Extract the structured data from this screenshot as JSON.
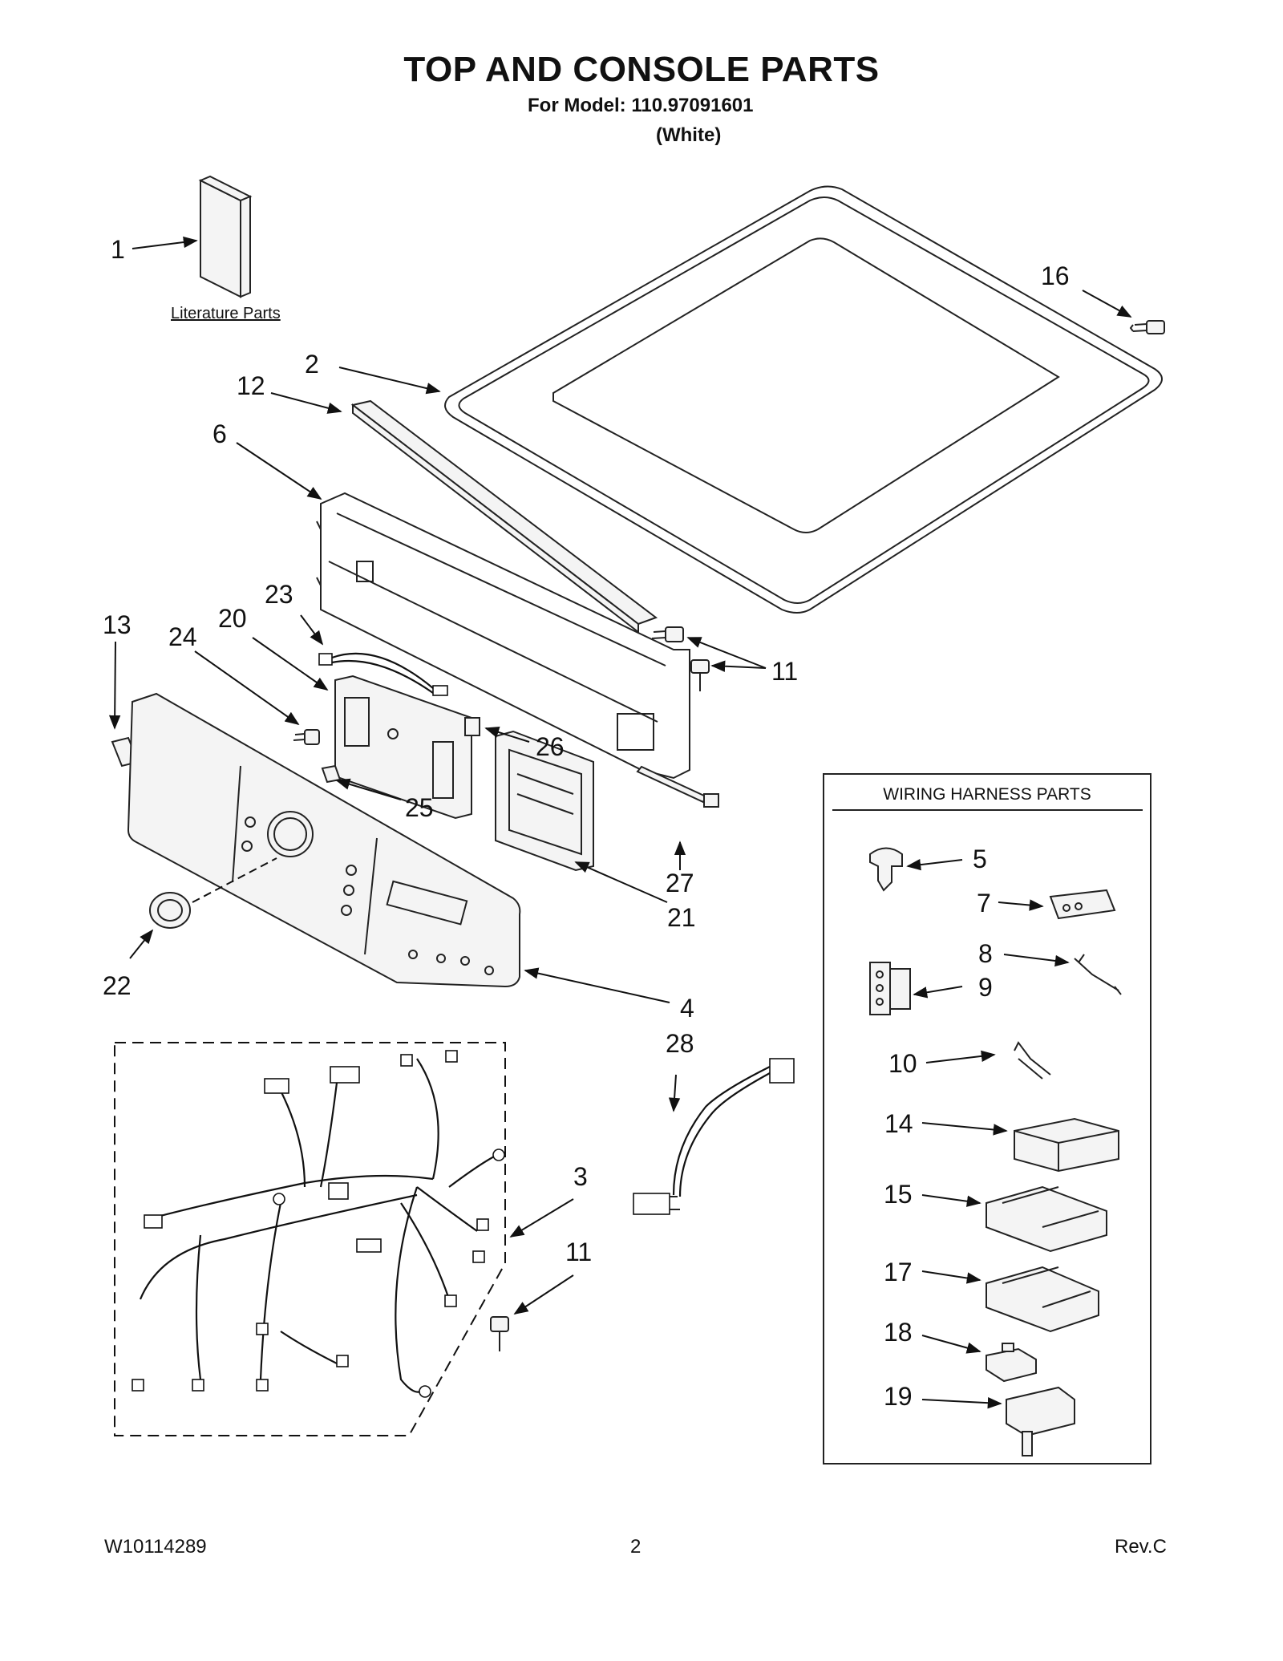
{
  "header": {
    "title": "TOP AND CONSOLE PARTS",
    "model_line": "For Model: 110.97091601",
    "color_note": "(White)"
  },
  "footer": {
    "doc_number": "W10114289",
    "page_number": "2",
    "revision": "Rev.C"
  },
  "literature_label": "Literature Parts",
  "wiring_box_title": "WIRING HARNESS PARTS",
  "callouts": {
    "c1": "1",
    "c2": "2",
    "c3": "3",
    "c4": "4",
    "c5": "5",
    "c6": "6",
    "c7": "7",
    "c8": "8",
    "c9": "9",
    "c10": "10",
    "c11a": "11",
    "c11b": "11",
    "c12": "12",
    "c13": "13",
    "c14": "14",
    "c15": "15",
    "c16": "16",
    "c17": "17",
    "c18": "18",
    "c19": "19",
    "c20": "20",
    "c21": "21",
    "c22": "22",
    "c23": "23",
    "c24": "24",
    "c25": "25",
    "c26": "26",
    "c27": "27",
    "c28": "28"
  }
}
